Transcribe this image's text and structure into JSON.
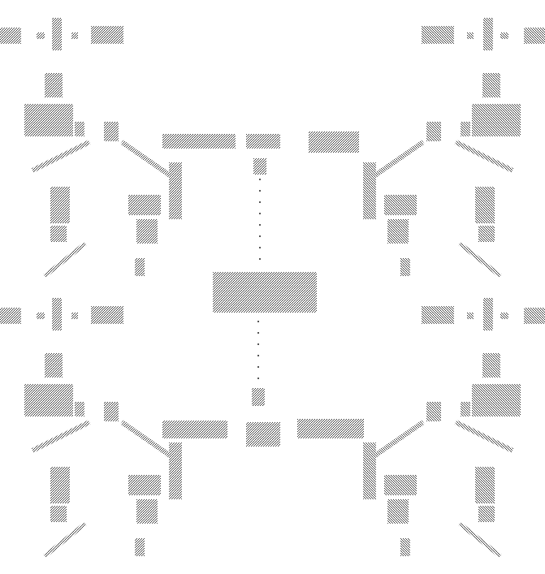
{
  "diagram": {
    "style": "dithered-structure",
    "colors": {
      "ink": "#3a3a3a",
      "background": "#ffffff"
    },
    "quadrants": [
      "top-left",
      "top-right",
      "bottom-left",
      "bottom-right"
    ],
    "center_node": "center-label-block",
    "top_labels": 3,
    "bottom_labels": 3
  }
}
